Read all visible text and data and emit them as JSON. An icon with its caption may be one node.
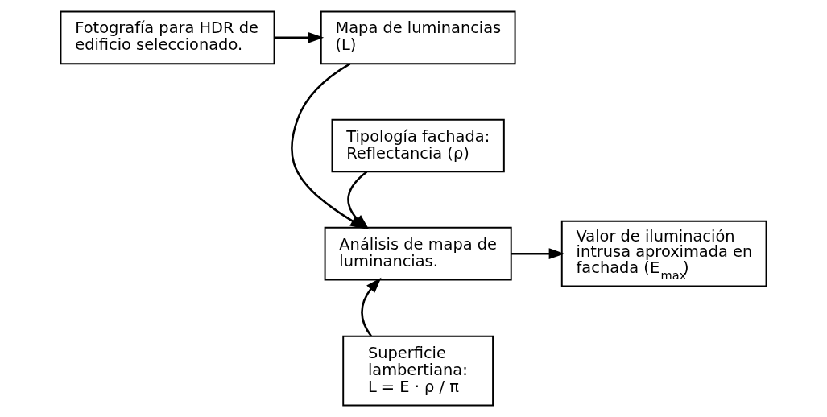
{
  "diagram": {
    "nodes": [
      {
        "text": [
          "Tipología fachada: Reflectancia (ρ)"
        ]
      },
      {
        "text": [
          "Fotografía para HDR de edificio seleccionado."
        ]
      },
      {
        "text": [
          "Mapa de luminancias (L)"
        ]
      },
      {
        "text": [
          "Análisis de mapa de luminancias."
        ]
      },
      {
        "text": [
          "Valor de iluminación intrusa aproximada en fachada (E$_{max}$)"
        ]
      },
      {
        "text": [
          "Superficie lambertiana:",
          "L = E · ρ / π"
        ]
      }
    ],
    "edges": [
      {
        "from": 1,
        "to": 2,
        "arrow": "to"
      },
      {
        "from": 2,
        "to": 3,
        "arrow": "to"
      },
      {
        "from": 3,
        "to": 4,
        "arrow": "to"
      },
      {
        "from": 0,
        "to": 3,
        "arrow": "to"
      },
      {
        "from": 5,
        "to": 3,
        "arrow": "to"
      }
    ]
  }
}
